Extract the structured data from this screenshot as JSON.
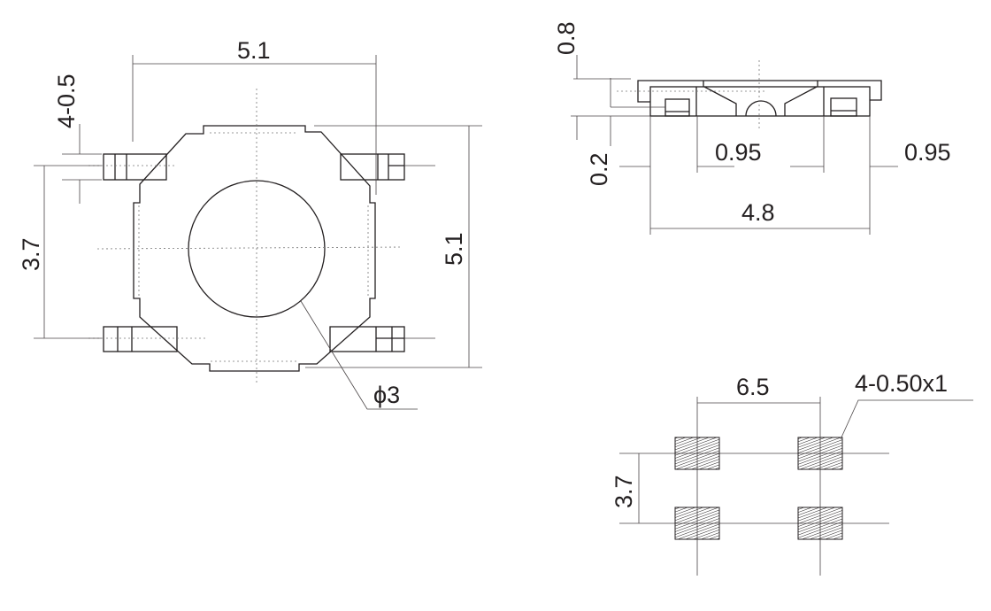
{
  "top_view": {
    "width_label": "5.1",
    "height_label": "5.1",
    "lead_pitch_label": "3.7",
    "lead_width_label": "4-0.5",
    "button_diameter_label": "ϕ3"
  },
  "side_view": {
    "height_label": "0.8",
    "standoff_label": "0.2",
    "lead_length_left_label": "0.95",
    "lead_length_right_label": "0.95",
    "body_length_label": "4.8"
  },
  "footprint": {
    "pitch_x_label": "6.5",
    "pitch_y_label": "3.7",
    "pad_size_label": "4-0.50x1"
  }
}
